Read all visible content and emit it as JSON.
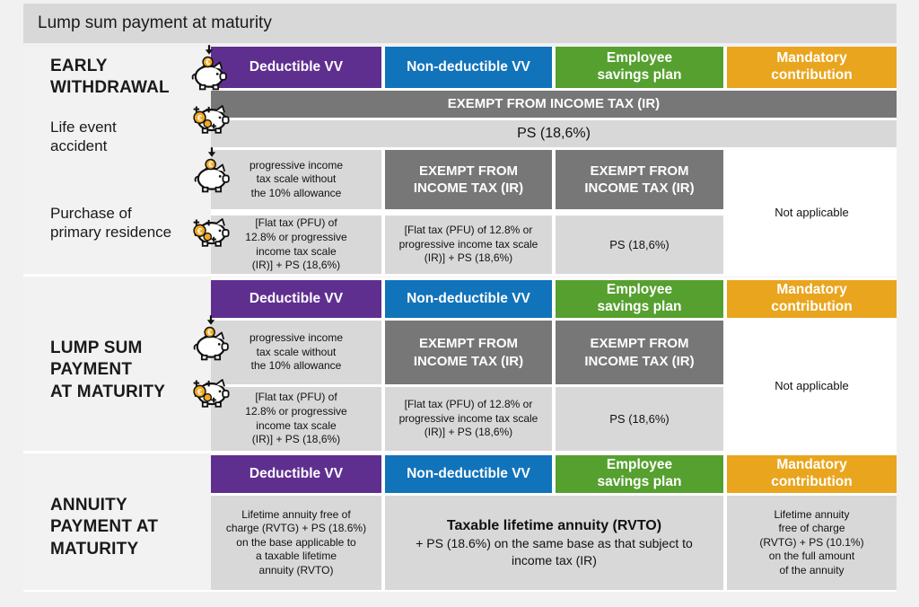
{
  "page": {
    "title": "Lump sum payment at maturity"
  },
  "colors": {
    "deductible_vv": "#5f2f8f",
    "non_deductible_vv": "#1173ba",
    "employee_savings": "#55a02f",
    "mandatory": "#e9a51e",
    "dark_band": "#777777",
    "light_cell": "#d8d8d8"
  },
  "columns": {
    "deductible_vv": {
      "label": "Deductible VV",
      "color": "#5f2f8f"
    },
    "non_deductible_vv": {
      "label": "Non-deductible VV",
      "color": "#1173ba"
    },
    "employee_savings": {
      "label": "Employee\nsavings plan",
      "color": "#55a02f"
    },
    "mandatory": {
      "label": "Mandatory\ncontribution",
      "color": "#e9a51e"
    }
  },
  "icons": {
    "payments_piggy": "piggy-bank-coin-deposit-icon",
    "gains_piggy": "piggy-bank-gains-icon"
  },
  "sections": {
    "early_withdrawal": {
      "label": "EARLY\nWITHDRAWAL",
      "row_labels": {
        "life_event": "Life event\naccident",
        "residence": "Purchase of\nprimary residence"
      },
      "exempt_band": "EXEMPT FROM INCOME TAX (IR)",
      "ps_band": "PS (18,6%)",
      "cells": {
        "progressive": "progressive income\ntax scale without\nthe 10% allowance",
        "exempt": "EXEMPT FROM\nINCOME TAX (IR)",
        "flat_tax_narrow": "[Flat tax (PFU) of\n12.8% or progressive\nincome tax scale\n(IR)] + PS (18,6%)",
        "flat_tax_wide": "[Flat tax (PFU) of 12.8% or\nprogressive income tax scale\n(IR)] + PS (18,6%)",
        "ps_small": "PS (18,6%)",
        "not_applicable": "Not applicable"
      }
    },
    "lump_sum": {
      "label": "LUMP SUM\nPAYMENT\nAT MATURITY",
      "cells": {
        "progressive": "progressive income\ntax scale without\nthe 10% allowance",
        "exempt": "EXEMPT FROM\nINCOME TAX (IR)",
        "flat_tax_narrow": "[Flat tax (PFU) of\n12.8% or progressive\nincome tax scale\n(IR)] + PS (18,6%)",
        "flat_tax_wide": "[Flat tax (PFU) of 12.8% or\nprogressive income tax scale\n(IR)] + PS (18,6%)",
        "ps_small": "PS (18,6%)",
        "not_applicable": "Not applicable"
      }
    },
    "annuity": {
      "label": "ANNUITY\nPAYMENT AT\nMATURITY",
      "cells": {
        "deductible": "Lifetime annuity free of\ncharge (RVTG) + PS (18.6%)\non the base applicable to\na taxable lifetime\nannuity (RVTO)",
        "taxable_bold": "Taxable lifetime annuity (RVTO)",
        "taxable_rest": "+ PS (18.6%) on the same base as that subject to\nincome tax (IR)",
        "mandatory": "Lifetime annuity\nfree of charge\n(RVTG) + PS (10.1%)\non the full amount\nof the annuity"
      }
    }
  }
}
